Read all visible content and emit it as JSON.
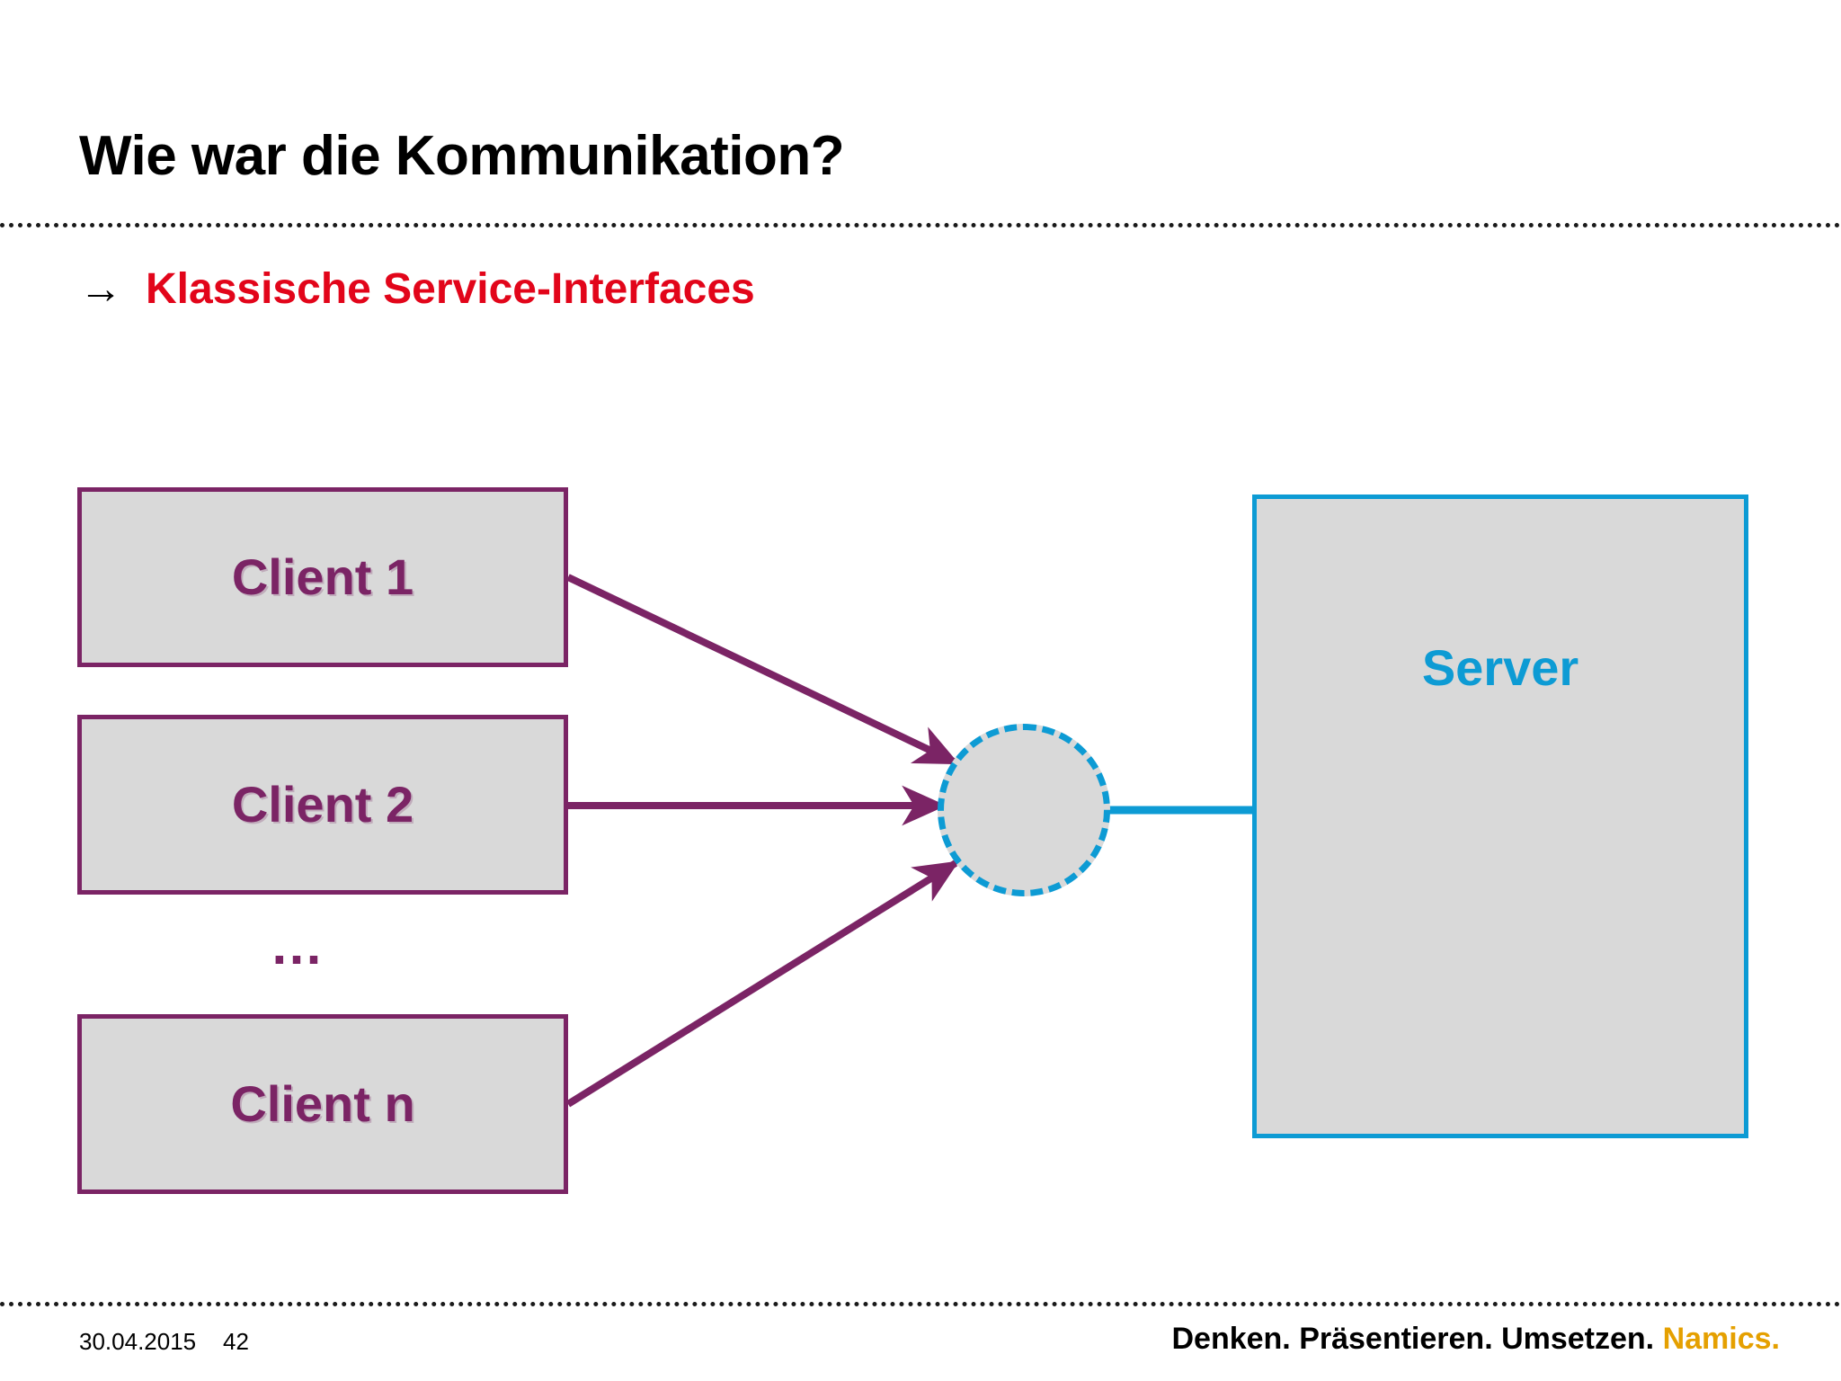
{
  "slide": {
    "title": "Wie war die Kommunikation?",
    "subtitle": {
      "arrow": "→",
      "text": "Klassische Service-Interfaces"
    }
  },
  "diagram": {
    "clients": [
      {
        "label": "Client 1"
      },
      {
        "label": "Client 2"
      },
      {
        "label": "Client n"
      }
    ],
    "ellipsis": "…",
    "interface_node": {
      "label": ""
    },
    "server": {
      "label": "Server"
    }
  },
  "footer": {
    "date": "30.04.2015",
    "page_number": "42",
    "slogan_plain": "Denken. Präsentieren. Umsetzen.",
    "slogan_brand": "Namics."
  },
  "colors": {
    "client_purple": "#7B2465",
    "server_blue": "#0D9BD4",
    "subtitle_red": "#E2051A",
    "brand_gold": "#E5A000",
    "box_fill": "#D9D9D9",
    "background": "#FFFFFF"
  }
}
